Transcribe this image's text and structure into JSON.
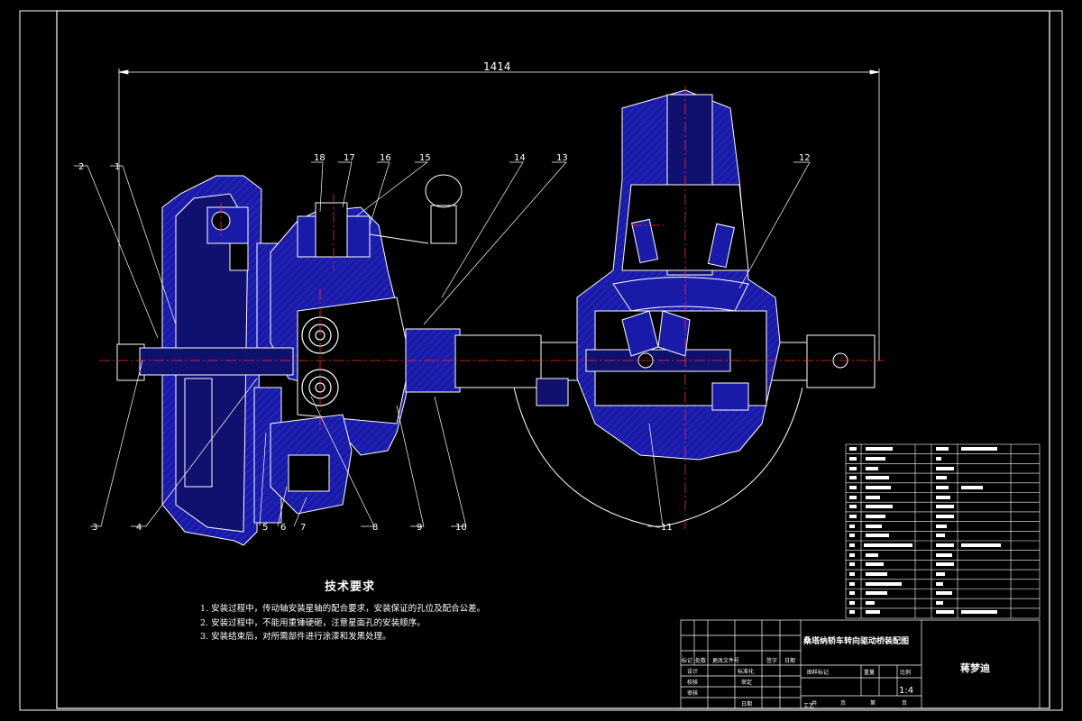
{
  "drawing": {
    "overall_dimension": "1414",
    "balloons": [
      "1",
      "2",
      "3",
      "4",
      "5",
      "6",
      "7",
      "8",
      "9",
      "10",
      "11",
      "12",
      "13",
      "14",
      "15",
      "16",
      "17",
      "18"
    ]
  },
  "tech_requirements": {
    "title": "技术要求",
    "notes": [
      "1. 安装过程中，传动轴安装星轴的配合要求，安装保证的孔位及配合公差。",
      "2. 安装过程中，不能用重锤硬砸，注意星面孔的安装顺序。",
      "3. 安装结束后，对所需部件进行涂漆和发黑处理。"
    ]
  },
  "title_block": {
    "drawing_title": "桑塔纳轿车转向驱动桥装配图",
    "designer_name": "蒋梦迪",
    "scale": "1:4",
    "row_labels": [
      "标记",
      "处数",
      "更改文件号",
      "签字",
      "日期"
    ],
    "role_labels": [
      "设计",
      "标准化",
      "校核",
      "审定",
      "审核",
      "日期",
      "工艺"
    ],
    "stage_labels": [
      "图样标记",
      "重量",
      "比例"
    ],
    "sheet_labels": [
      "共",
      "页",
      "第",
      "页"
    ]
  },
  "colors": {
    "background": "#000000",
    "lines": "#ffffff",
    "part_fill": "#1a1aa8",
    "part_fill_dark": "#10106e",
    "centerline": "#ff2a2a"
  }
}
